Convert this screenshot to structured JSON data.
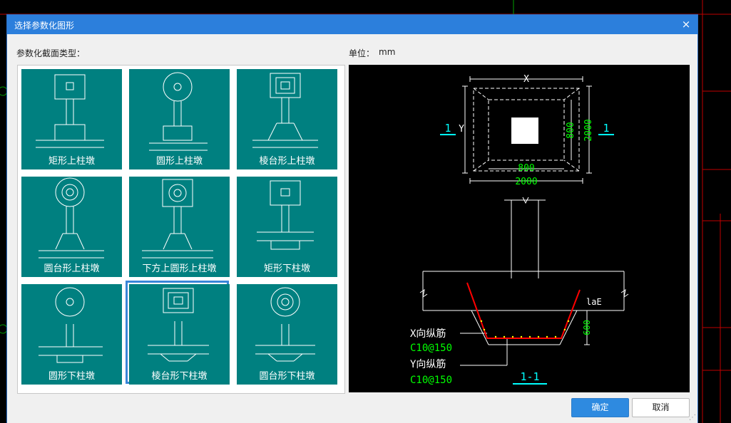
{
  "dialog": {
    "title": "选择参数化图形",
    "close_symbol": "×",
    "section_label": "参数化截面类型：",
    "unit_label": "单位：",
    "unit_value": "mm"
  },
  "tiles": [
    {
      "label": "矩形上柱墩",
      "shape": "rect-top"
    },
    {
      "label": "圆形上柱墩",
      "shape": "circle-top"
    },
    {
      "label": "棱台形上柱墩",
      "shape": "frustum-top"
    },
    {
      "label": "圆台形上柱墩",
      "shape": "cone-top"
    },
    {
      "label": "下方上圆形上柱墩",
      "shape": "square-circle-top"
    },
    {
      "label": "矩形下柱墩",
      "shape": "rect-bottom"
    },
    {
      "label": "圆形下柱墩",
      "shape": "circle-bottom"
    },
    {
      "label": "棱台形下柱墩",
      "shape": "frustum-bottom"
    },
    {
      "label": "圆台形下柱墩",
      "shape": "cone-bottom"
    }
  ],
  "selected_index": 7,
  "preview": {
    "dims": {
      "x": "X",
      "y": "Y",
      "d800_h": "800",
      "d800_v": "800",
      "d2000_h": "2000",
      "d2000_v": "2000",
      "d600": "600",
      "lae": "laE"
    },
    "section_marks": {
      "left": "1",
      "right": "1",
      "section_title": "1-1"
    },
    "rebar": {
      "x_label": "X向纵筋",
      "x_spec": "C10@150",
      "y_label": "Y向纵筋",
      "y_spec": "C10@150"
    }
  },
  "buttons": {
    "ok": "确定",
    "cancel": "取消"
  },
  "colors": {
    "accent": "#2c7fdc",
    "tile_bg": "#008080",
    "cad_green": "#00ff00",
    "cad_cyan": "#00ffff",
    "cad_red": "#ff0000"
  }
}
